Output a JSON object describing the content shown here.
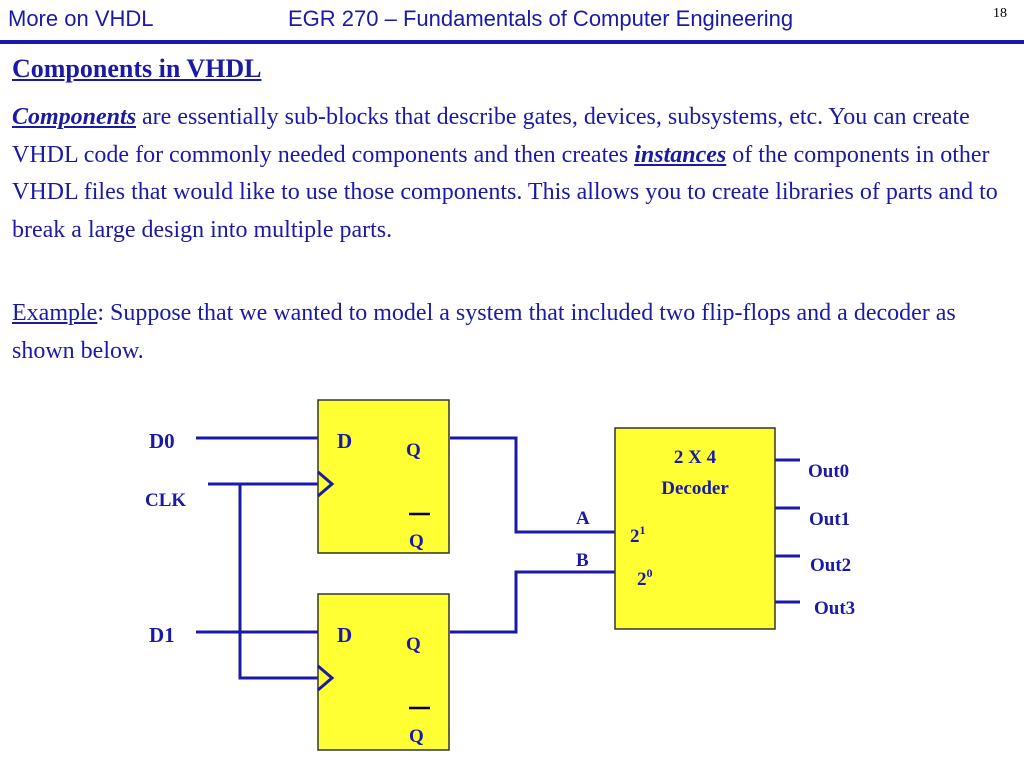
{
  "header": {
    "left": "More on VHDL",
    "center": "EGR 270 – Fundamentals of Computer Engineering",
    "page_number": "18"
  },
  "title": "Components in VHDL",
  "paragraph1": {
    "term1": "Components",
    "text1": " are essentially sub-blocks that describe gates, devices, subsystems, etc.  You can create VHDL code for commonly needed components and then creates ",
    "term2": "instances",
    "text2": " of the components in other VHDL files that would like to use those components.  This allows you to create libraries of parts and to break a large design into multiple parts."
  },
  "paragraph2": {
    "lead": "Example",
    "text": ":  Suppose that we wanted to model a system that included two flip-flops and a decoder as shown below."
  },
  "diagram": {
    "inputs": {
      "d0": "D0",
      "clk": "CLK",
      "d1": "D1"
    },
    "flipflop1": {
      "d": "D",
      "q": "Q",
      "qbar": "Q"
    },
    "flipflop2": {
      "d": "D",
      "q": "Q",
      "qbar": "Q"
    },
    "wire_labels": {
      "a": "A",
      "b": "B"
    },
    "decoder": {
      "title_line1": "2 X 4",
      "title_line2": "Decoder",
      "in1_base": "2",
      "in1_exp": "1",
      "in0_base": "2",
      "in0_exp": "0"
    },
    "outputs": [
      "Out0",
      "Out1",
      "Out2",
      "Out3"
    ],
    "colors": {
      "block_fill": "#ffff33",
      "wire": "#1a1aa6",
      "text": "#1a1aa6"
    }
  }
}
